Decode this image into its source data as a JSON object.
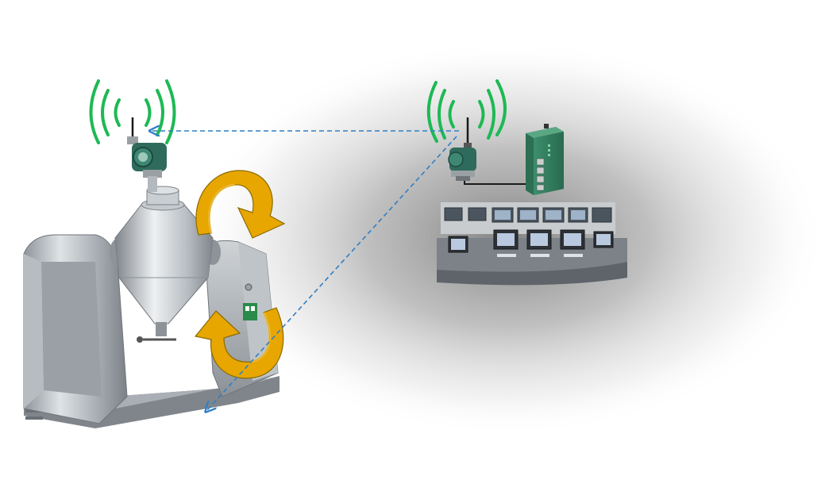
{
  "colors": {
    "background": "#ffffff",
    "shadow": "#8a8a8a",
    "signal_wave": "#1db954",
    "dashed_link": "#2f7fc6",
    "rotation_arrow_fill": "#e7a600",
    "rotation_arrow_stroke": "#8a6a00",
    "transmitter_body": "#2f6b5c",
    "gateway_body": "#3f8a6a",
    "machine_steel": "#b8bdc2",
    "control_room_panel": "#7c8287"
  },
  "components": {
    "field_transmitter": {
      "icon": "wireless-transmitter-icon"
    },
    "field_antenna_waves": {
      "icon": "wireless-signal-icon",
      "wave_count": 3
    },
    "gateway_transmitter": {
      "icon": "wireless-gateway-icon"
    },
    "gateway_antenna_waves": {
      "icon": "wireless-signal-icon",
      "wave_count": 3
    },
    "network_switch": {
      "icon": "network-switch-icon",
      "ports": 4
    },
    "control_room": {
      "icon": "control-room-icon",
      "monitor_count": 9
    },
    "rotary_dryer": {
      "icon": "double-cone-dryer-icon"
    },
    "rotation_arrows": {
      "icon": "rotation-arrow-icon",
      "count": 2
    },
    "wireless_links": {
      "icon": "dashed-arrow-icon",
      "count": 2
    }
  }
}
